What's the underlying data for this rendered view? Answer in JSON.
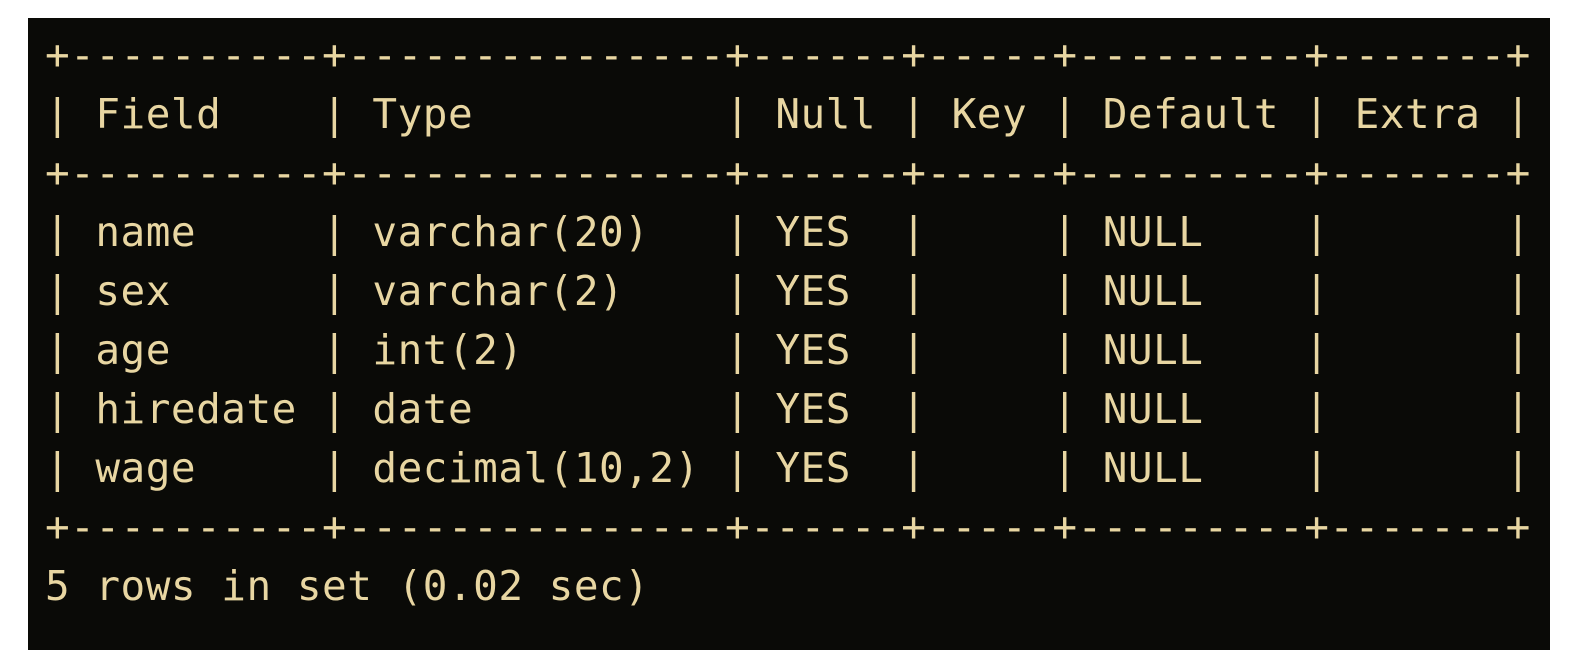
{
  "colors": {
    "page_background": "#ffffff",
    "terminal_background": "#0a0a07",
    "terminal_text": "#e8d6a2"
  },
  "terminal": {
    "lines": [
      "+----------+---------------+------+-----+---------+-------+",
      "| Field    | Type          | Null | Key | Default | Extra |",
      "+----------+---------------+------+-----+---------+-------+",
      "| name     | varchar(20)   | YES  |     | NULL    |       |",
      "| sex      | varchar(2)    | YES  |     | NULL    |       |",
      "| age      | int(2)        | YES  |     | NULL    |       |",
      "| hiredate | date          | YES  |     | NULL    |       |",
      "| wage     | decimal(10,2) | YES  |     | NULL    |       |",
      "+----------+---------------+------+-----+---------+-------+",
      "5 rows in set (0.02 sec)"
    ],
    "status_line": "5 rows in set (0.02 sec)"
  },
  "table": {
    "headers": [
      "Field",
      "Type",
      "Null",
      "Key",
      "Default",
      "Extra"
    ],
    "rows": [
      [
        "name",
        "varchar(20)",
        "YES",
        "",
        "NULL",
        ""
      ],
      [
        "sex",
        "varchar(2)",
        "YES",
        "",
        "NULL",
        ""
      ],
      [
        "age",
        "int(2)",
        "YES",
        "",
        "NULL",
        ""
      ],
      [
        "hiredate",
        "date",
        "YES",
        "",
        "NULL",
        ""
      ],
      [
        "wage",
        "decimal(10,2)",
        "YES",
        "",
        "NULL",
        ""
      ]
    ],
    "row_count": 5,
    "elapsed": "0.02 sec",
    "summary": "5 rows in set (0.02 sec)"
  }
}
